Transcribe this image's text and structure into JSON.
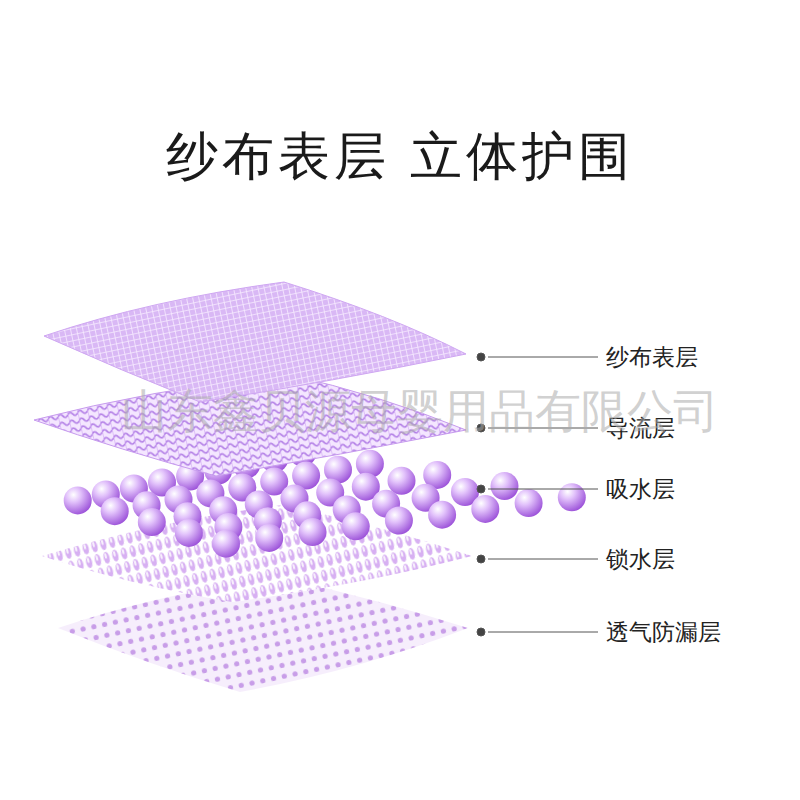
{
  "diagram": {
    "title": "纱布表层 立体护围",
    "labels": [
      "纱布表层",
      "导流层",
      "吸水层",
      "锁水层",
      "透气防漏层",
      "山东鑫贝源母婴用品有限公司"
    ]
  }
}
